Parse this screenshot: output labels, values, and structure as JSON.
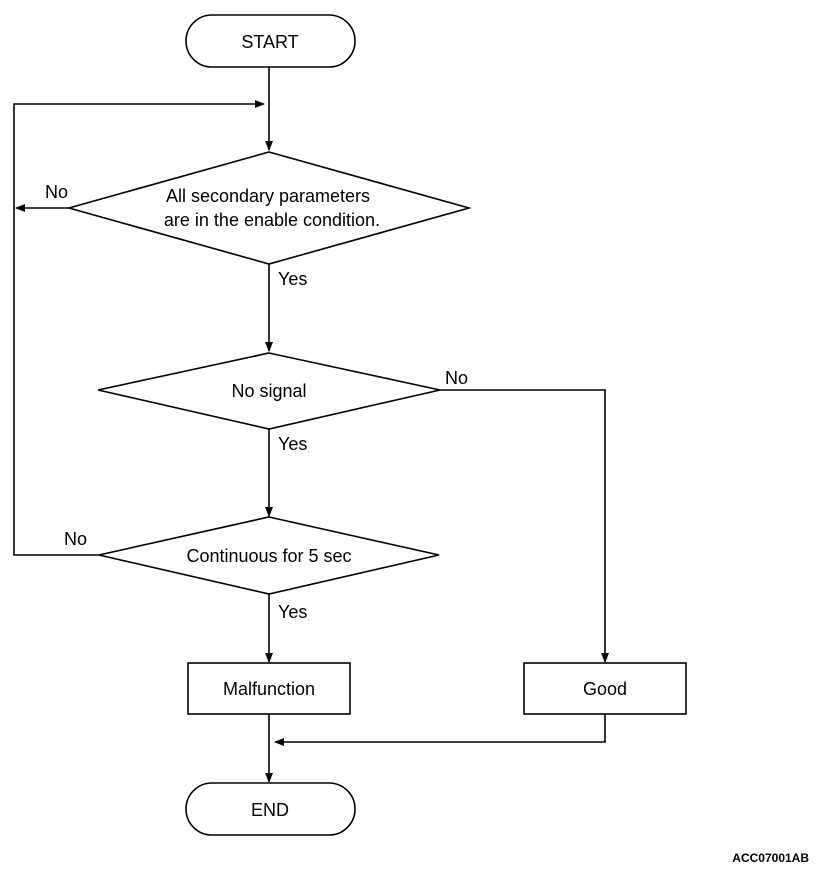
{
  "nodes": {
    "start": "START",
    "check_params_line1": "All secondary parameters",
    "check_params_line2": "are in the enable condition.",
    "no_signal": "No signal",
    "continuous": "Continuous for 5 sec",
    "malfunction": "Malfunction",
    "good": "Good",
    "end": "END"
  },
  "edges": {
    "params_yes": "Yes",
    "params_no": "No",
    "signal_yes": "Yes",
    "signal_no": "No",
    "continuous_yes": "Yes",
    "continuous_no": "No"
  },
  "figure_code": "ACC07001AB"
}
